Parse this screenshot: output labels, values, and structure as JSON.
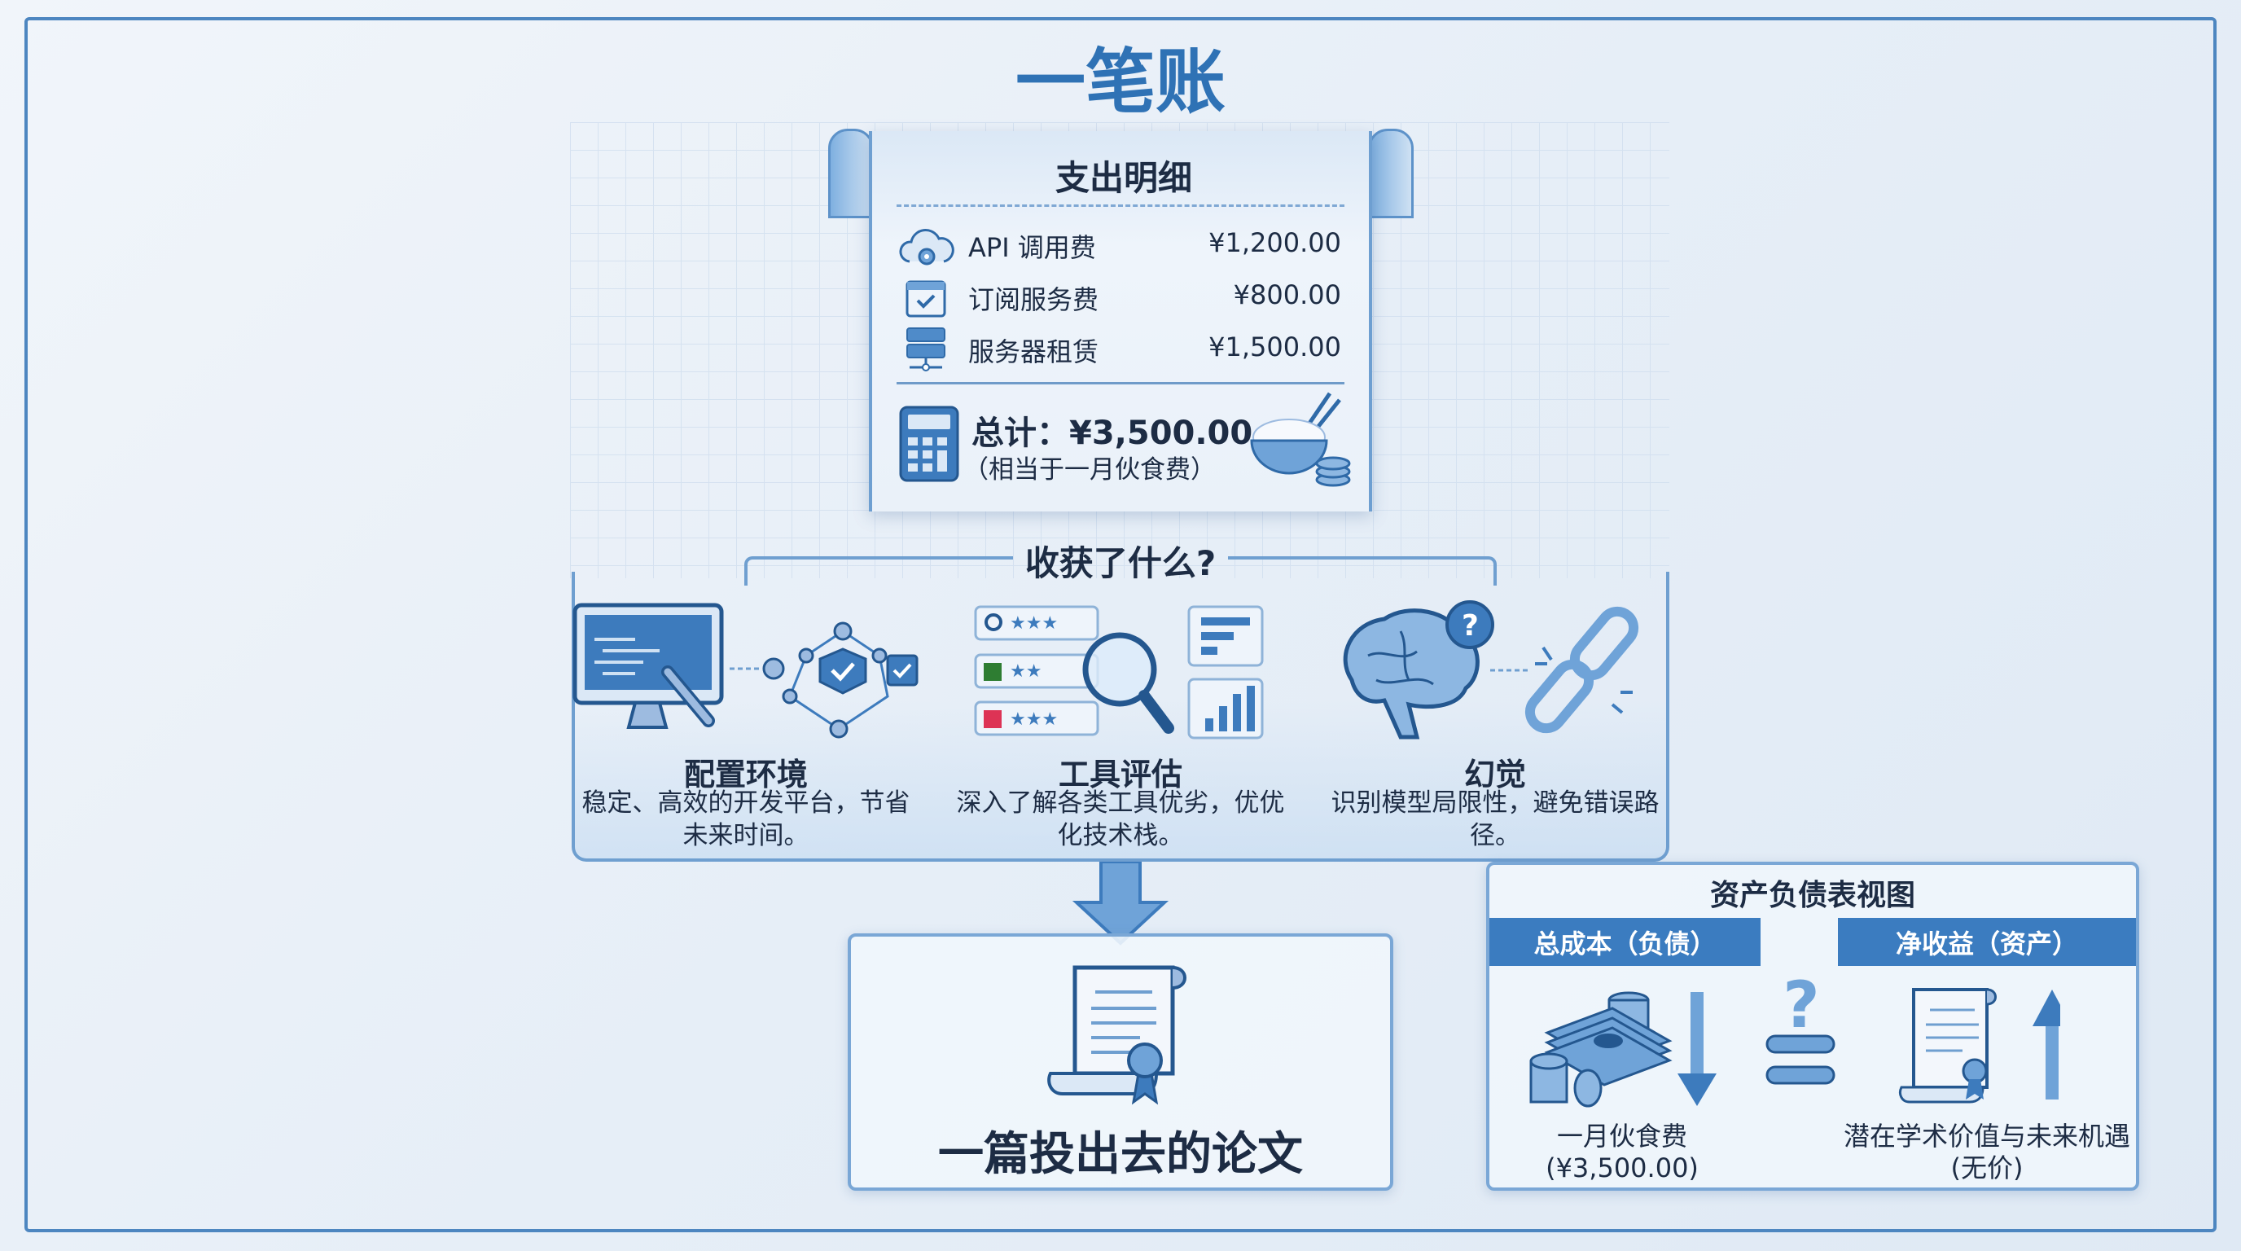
{
  "title": "一笔账",
  "expenses": {
    "heading": "支出明细",
    "items": [
      {
        "icon": "cloud-gear-icon",
        "label": "API 调用费",
        "amount": "¥1,200.00"
      },
      {
        "icon": "calendar-check-icon",
        "label": "订阅服务费",
        "amount": "¥800.00"
      },
      {
        "icon": "server-icon",
        "label": "服务器租赁",
        "amount": "¥1,500.00"
      }
    ],
    "total": "总计：¥3,500.00",
    "total_note": "（相当于一月伙食费）"
  },
  "gains": {
    "heading": "收获了什么?",
    "items": [
      {
        "title": "配置环境",
        "desc": "稳定、高效的开发平台，节省未来时间。"
      },
      {
        "title": "工具评估",
        "desc": "深入了解各类工具优劣，优优化技术栈。"
      },
      {
        "title": "幻觉",
        "desc": "识别模型局限性，避免错误路径。"
      }
    ]
  },
  "result": {
    "label": "一篇投出去的论文"
  },
  "balance": {
    "heading": "资产负债表视图",
    "liability_header": "总成本（负债）",
    "asset_header": "净收益（资产）",
    "liability_label": "一月伙食费",
    "liability_value": "(¥3,500.00)",
    "asset_label": "潜在学术价值与未来机遇",
    "asset_value": "(无价)",
    "comparison": "?"
  },
  "colors": {
    "accent": "#3b7cc0",
    "title": "#2f72b5",
    "text": "#1d2c44"
  }
}
